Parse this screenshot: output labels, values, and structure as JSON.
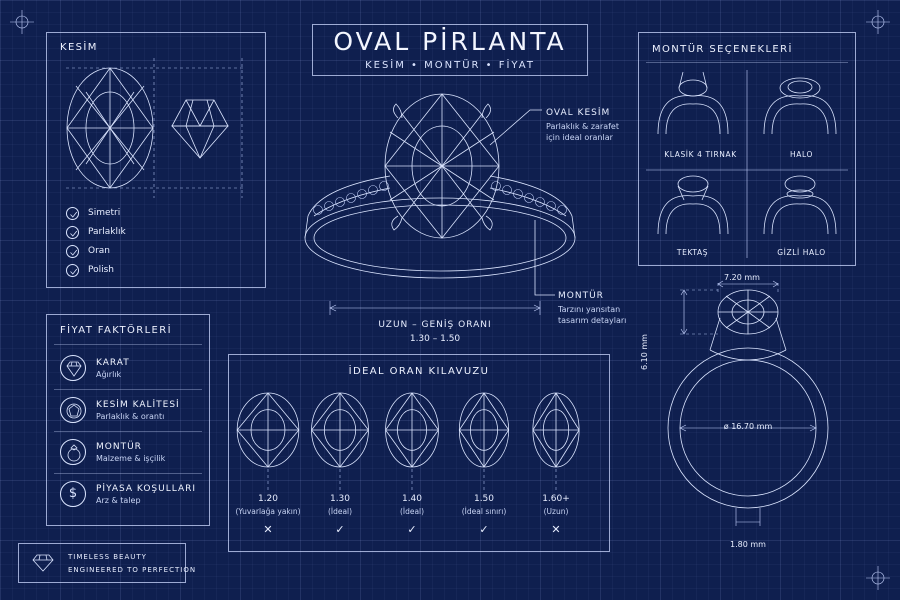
{
  "title": "OVAL PİRLANTA",
  "subtitle": "KESİM • MONTÜR • FİYAT",
  "kesim": {
    "title": "KESİM",
    "items": [
      "Simetri",
      "Parlaklık",
      "Oran",
      "Polish"
    ]
  },
  "center": {
    "oval_kesim_title": "OVAL KESİM",
    "oval_kesim_line1": "Parlaklık & zarafet",
    "oval_kesim_line2": "için ideal oranlar",
    "montur_title": "MONTÜR",
    "montur_line1": "Tarzını yansıtan",
    "montur_line2": "tasarım detayları",
    "ratio_label": "UZUN – GENİŞ ORANI",
    "ratio_value": "1.30 – 1.50"
  },
  "montur_options": {
    "title": "MONTÜR SEÇENEKLERİ",
    "items": [
      "KLASİK 4 TIRNAK",
      "HALO",
      "TEKTAŞ",
      "GİZLİ HALO"
    ]
  },
  "price_factors": {
    "title": "FİYAT FAKTÖRLERİ",
    "items": [
      {
        "label": "KARAT",
        "sub": "Ağırlık",
        "icon": "diamond-icon"
      },
      {
        "label": "KESİM KALİTESİ",
        "sub": "Parlaklık & orantı",
        "icon": "cut-quality-icon"
      },
      {
        "label": "MONTÜR",
        "sub": "Malzeme & işçilik",
        "icon": "ring-icon"
      },
      {
        "label": "PİYASA KOŞULLARI",
        "sub": "Arz & talep",
        "icon": "dollar-icon"
      }
    ]
  },
  "ratio_guide": {
    "title": "İDEAL ORAN KILAVUZU",
    "items": [
      {
        "ratio": 1.2,
        "ratio_label": "1.20",
        "note": "(Yuvarlağa yakın)",
        "mark": "✕"
      },
      {
        "ratio": 1.3,
        "ratio_label": "1.30",
        "note": "(İdeal)",
        "mark": "✓"
      },
      {
        "ratio": 1.4,
        "ratio_label": "1.40",
        "note": "(İdeal)",
        "mark": "✓"
      },
      {
        "ratio": 1.5,
        "ratio_label": "1.50",
        "note": "(İdeal sınırı)",
        "mark": "✓"
      },
      {
        "ratio": 1.6,
        "ratio_label": "1.60+",
        "note": "(Uzun)",
        "mark": "✕"
      }
    ]
  },
  "dimensions": {
    "width": "7.20 mm",
    "height": "6.10 mm",
    "diameter": "ø 16.70 mm",
    "band": "1.80 mm"
  },
  "footer": {
    "line1": "TIMELESS BEAUTY",
    "line2": "ENGINEERED TO PERFECTION"
  },
  "colors": {
    "background": "#0f1f4f",
    "line": "#dbe5ff"
  }
}
